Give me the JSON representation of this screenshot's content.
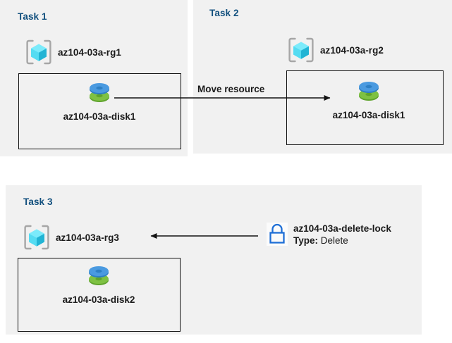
{
  "diagram": {
    "title_color": "#12507e",
    "panel_bg": "#f1f1f1",
    "page_bg": "#ffffff",
    "line_color": "#121212"
  },
  "panels": [
    {
      "id": "task1",
      "title": "Task 1",
      "resource_group": {
        "label": "az104-03a-rg1",
        "icon": "resource-group-cube-icon"
      },
      "disk": {
        "label": "az104-03a-disk1",
        "icon": "managed-disk-icon"
      }
    },
    {
      "id": "task2",
      "title": "Task 2",
      "resource_group": {
        "label": "az104-03a-rg2",
        "icon": "resource-group-cube-icon"
      },
      "disk": {
        "label": "az104-03a-disk1",
        "icon": "managed-disk-icon"
      }
    },
    {
      "id": "task3",
      "title": "Task 3",
      "resource_group": {
        "label": "az104-03a-rg3",
        "icon": "resource-group-cube-icon"
      },
      "disk": {
        "label": "az104-03a-disk2",
        "icon": "managed-disk-icon"
      }
    }
  ],
  "edges": {
    "move_resource": {
      "label": "Move resource",
      "direction": "right"
    },
    "lock_applies_to_rg3": {
      "label": "",
      "direction": "left"
    }
  },
  "lock": {
    "icon": "padlock-icon",
    "name": "az104-03a-delete-lock",
    "type_key": "Type:",
    "type_value": "Delete",
    "accent_color": "#1f6fd6"
  },
  "icon_colors": {
    "cube_light": "#6fe6f8",
    "cube_mid": "#45d4ee",
    "cube_dark": "#22b4d4",
    "bracket": "#a6a6a6",
    "disk_blue_top": "#4a9ae0",
    "disk_blue_side": "#2d7fc4",
    "disk_green_top": "#7ec142",
    "disk_green_side": "#5fa32c"
  }
}
